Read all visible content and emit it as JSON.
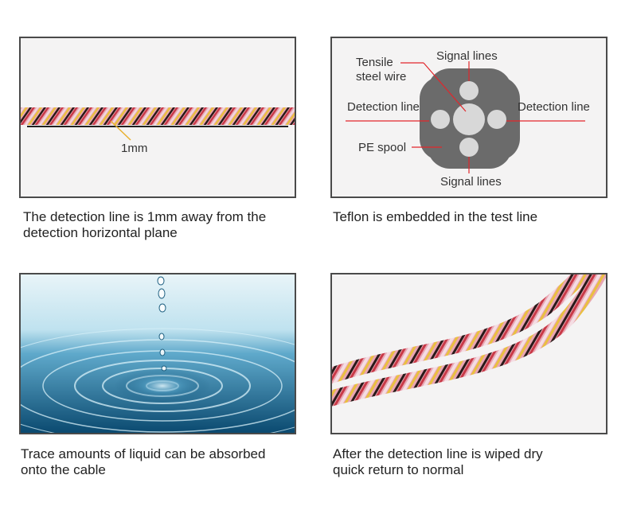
{
  "panels": {
    "p1": {
      "caption": "The detection line is 1mm away from the\ndetection horizontal plane",
      "measure_label": "1mm"
    },
    "p2": {
      "caption": "Teflon is embedded in the test line",
      "labels": {
        "tensile": "Tensile",
        "steel_wire": "steel wire",
        "signal_top": "Signal lines",
        "signal_bottom": "Signal lines",
        "detection_left": "Detection line",
        "detection_right": "Detection line",
        "pe_spool": "PE spool"
      },
      "colors": {
        "leader": "#e2262b",
        "spool": "#6b6b6b",
        "channel": "#d8d8d8"
      }
    },
    "p3": {
      "caption": "Trace amounts of liquid can be absorbed\n onto the cable"
    },
    "p4": {
      "caption": "After the detection line is wiped dry\nquick return to normal"
    }
  },
  "colors": {
    "cable_strands": [
      "#c83a48",
      "#e8a8b0",
      "#2a1a1a",
      "#e9c040",
      "#e7b3c2",
      "#b5303a"
    ],
    "water_dark": "#0b4a70",
    "water_light": "#9fd3ea"
  }
}
